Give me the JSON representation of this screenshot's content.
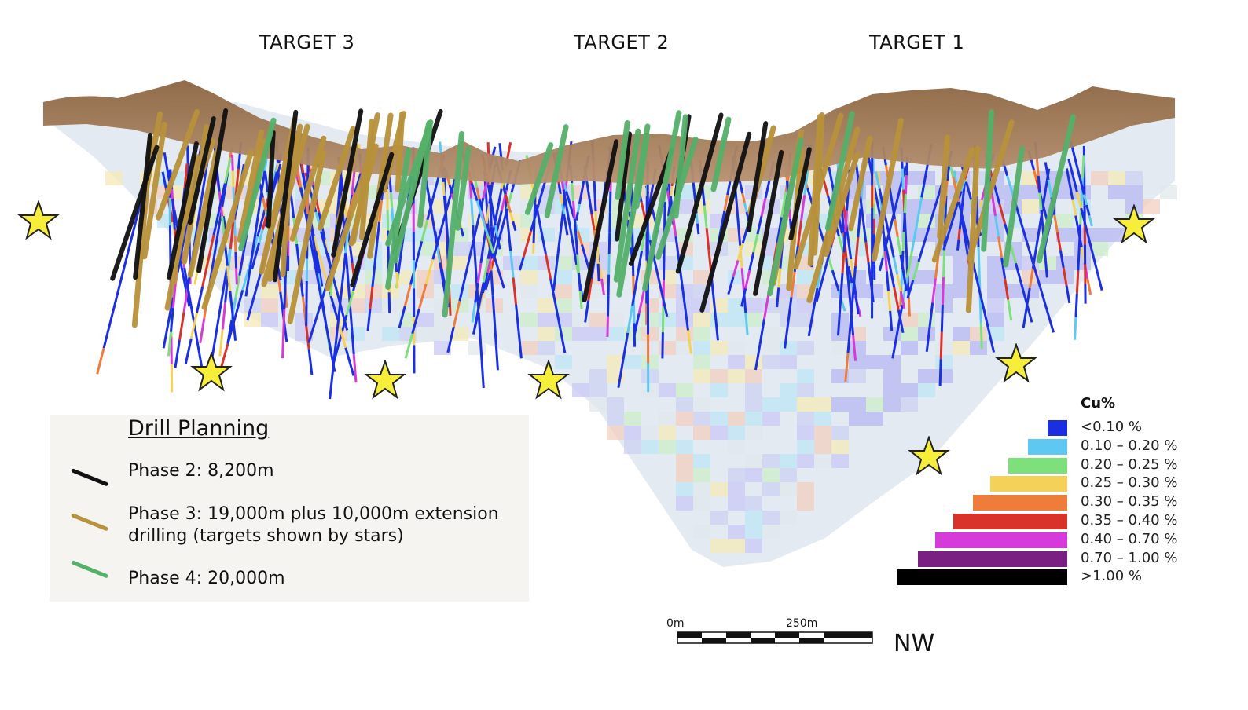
{
  "targets": [
    "TARGET 3",
    "TARGET 2",
    "TARGET 1"
  ],
  "legend": {
    "title": "Drill Planning",
    "items": [
      {
        "label": "Phase 2: 8,200m",
        "color": "#111111"
      },
      {
        "label": "Phase 3: 19,000m plus 10,000m extension\ndrilling (targets shown by stars)",
        "color": "#b8923a"
      },
      {
        "label": "Phase 4: 20,000m",
        "color": "#55b06a"
      }
    ]
  },
  "cu_legend": {
    "title": "Cu%",
    "classes": [
      {
        "label": "<0.10 %",
        "color": "#1a2fe0"
      },
      {
        "label": "0.10 – 0.20 %",
        "color": "#5ec8f2"
      },
      {
        "label": "0.20 – 0.25 %",
        "color": "#7ee07a"
      },
      {
        "label": "0.25 – 0.30 %",
        "color": "#f4d25a"
      },
      {
        "label": "0.30 – 0.35 %",
        "color": "#ee7d3c"
      },
      {
        "label": "0.35 – 0.40 %",
        "color": "#d8322a"
      },
      {
        "label": "0.40 – 0.70 %",
        "color": "#d63ad8"
      },
      {
        "label": "0.70 – 1.00 %",
        "color": "#7a2083"
      },
      {
        "label": ">1.00 %",
        "color": "#000000"
      }
    ]
  },
  "scale_bar": {
    "start_label": "0m",
    "end_label": "250m"
  },
  "direction": "NW",
  "star_color": "#f6ee3a"
}
